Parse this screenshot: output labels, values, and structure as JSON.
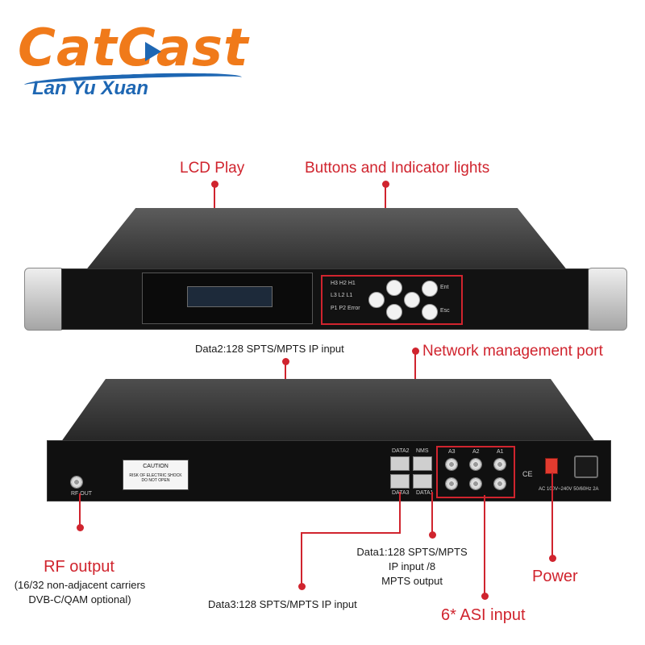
{
  "brand": {
    "name": "CatCast",
    "sub": "Lan Yu Xuan"
  },
  "labels": {
    "lcd": "LCD Play",
    "buttons": "Buttons and Indicator lights",
    "data2": "Data2:128 SPTS/MPTS IP input",
    "nms": "Network management port",
    "rf_title": "RF output",
    "rf_line1": "(16/32 non-adjacent carriers",
    "rf_line2": "DVB-C/QAM optional)",
    "data1_line1": "Data1:128 SPTS/MPTS",
    "data1_line2": "IP input /8",
    "data1_line3": "MPTS output",
    "power": "Power",
    "data3": "Data3:128 SPTS/MPTS IP input",
    "asi": "6* ASI input"
  },
  "front_panel": {
    "indicators_row1": [
      "H3",
      "H2",
      "H1"
    ],
    "indicators_row2": [
      "L3",
      "L2",
      "L1"
    ],
    "indicators_row3": [
      "P1",
      "P2",
      "Error"
    ],
    "ent": "Ent",
    "esc": "Esc"
  },
  "rear_panel": {
    "rf_out": "RF OUT",
    "data2": "DATA2",
    "nms": "NMS",
    "data3": "DATA3",
    "data1": "DATA1",
    "caution": "CAUTION",
    "caution_l1": "RISK OF ELECTRIC SHOCK",
    "caution_l2": "DO NOT OPEN",
    "ac": "AC 100V~240V 50/60Hz 2A",
    "asi_a3": "A3",
    "asi_a2": "A2",
    "asi_a1": "A1"
  },
  "colors": {
    "accent": "#d0242e",
    "logo_orange": "#f07a1a",
    "logo_blue": "#1e67b3"
  }
}
